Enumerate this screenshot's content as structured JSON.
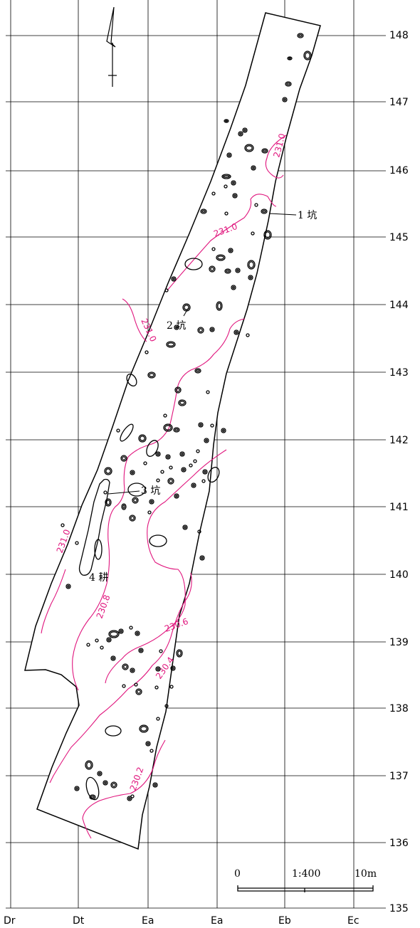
{
  "map": {
    "row_labels": [
      "148",
      "147",
      "146",
      "145",
      "144",
      "143",
      "142",
      "141",
      "140",
      "139",
      "138",
      "137",
      "136",
      "135"
    ],
    "col_labels": [
      "Dr",
      "Dt",
      "Ea",
      "Ea",
      "Eb",
      "Ec"
    ],
    "pits": [
      {
        "label": "1 坑"
      },
      {
        "label": "2 坑"
      },
      {
        "label": "3 坑"
      },
      {
        "label": "4 耕"
      }
    ],
    "contours": [
      "231.0",
      "231.0",
      "231.0",
      "231.0",
      "230.8",
      "230.6",
      "230.4",
      "230.2"
    ],
    "scale": {
      "zero": "0",
      "ratio": "1:400",
      "length": "10m"
    },
    "colors": {
      "contour": "#e0157d",
      "line": "#000000"
    },
    "north_arrow": "north-arrow-icon"
  }
}
